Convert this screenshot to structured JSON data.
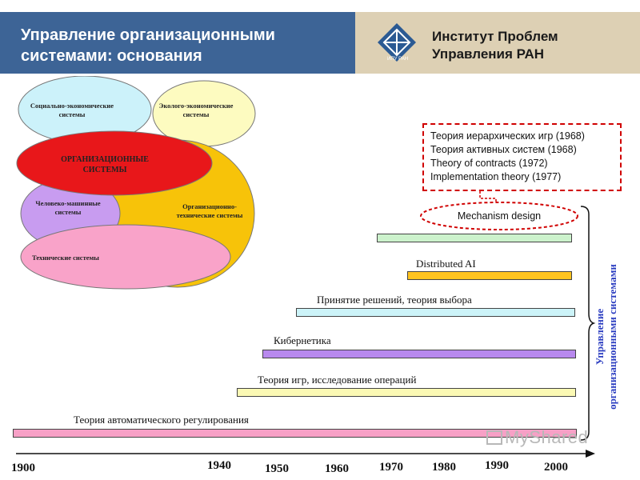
{
  "header": {
    "title_line1": "Управление организационными",
    "title_line2": "системами: основания",
    "org_line1": "Институт Проблем",
    "org_line2": "Управления РАН",
    "logo_text": "ИПУ РАН"
  },
  "diagram": {
    "socio_econ": "Социально-экономические системы",
    "eco_econ": "Эколого-экономические системы",
    "org_systems": "ОРГАНИЗАЦИОННЫЕ СИСТЕМЫ",
    "man_machine": "Человеко-машинные системы",
    "org_tech": "Организационно-технические системы",
    "technical": "Технические системы"
  },
  "theories": [
    "Теория иерархических игр (1968)",
    "Теория активных систем (1968)",
    "Theory of contracts (1972)",
    "Implementation theory (1977)"
  ],
  "mechanism_design": "Mechanism design",
  "timeline": {
    "bars": [
      {
        "label": "",
        "start": 1967,
        "color": "#ccf2cc"
      },
      {
        "label": "Distributed AI",
        "start": 1977,
        "color": "#ffc41f"
      },
      {
        "label": "Принятие решений, теория выбора",
        "start": 1950,
        "color": "#ccf3f8"
      },
      {
        "label": "Кибернетика",
        "start": 1948,
        "color": "#b889ee"
      },
      {
        "label": "Теория игр, исследование операций",
        "start": 1944,
        "color": "#fbf9b4"
      },
      {
        "label": "Теория автоматического регулирования",
        "start": 1900,
        "color": "#f7a0c6"
      }
    ],
    "years": [
      "1900",
      "1940",
      "1950",
      "1960",
      "1970",
      "1980",
      "1990",
      "2000"
    ],
    "vertical_label_line1": "Управление",
    "vertical_label_line2": "организационными системами"
  },
  "watermark": "MyShared",
  "colors": {
    "header_blue": "#3d6496",
    "header_beige": "#ddd0b4",
    "org_red": "#e8171a",
    "vertical_text": "#2a3cc0"
  }
}
